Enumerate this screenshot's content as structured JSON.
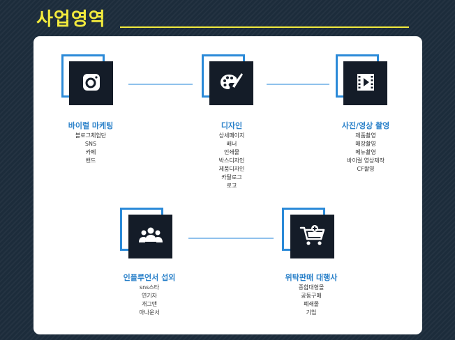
{
  "heading": "사업영역",
  "colors": {
    "accent": "#f2ea3d",
    "title_blue": "#2980c9",
    "frame_blue": "#2b8ad8",
    "tile_dark": "#141c28",
    "connector": "#8fc1ec"
  },
  "services": [
    {
      "title": "바이럴 마케팅",
      "icon": "camera-icon",
      "items": [
        "블로그체험단",
        "SNS",
        "카페",
        "밴드"
      ]
    },
    {
      "title": "디자인",
      "icon": "palette-icon",
      "items": [
        "상세페이지",
        "배너",
        "인쇄물",
        "박스디자인",
        "제품디자인",
        "카탈로그",
        "로고"
      ]
    },
    {
      "title": "사진/영상 촬영",
      "icon": "video-icon",
      "items": [
        "제품촬영",
        "매장촬영",
        "메뉴촬영",
        "바이럴 영상제작",
        "CF촬영"
      ]
    },
    {
      "title": "인플루언서 섭외",
      "icon": "people-icon",
      "items": [
        "sns스타",
        "연기자",
        "개그맨",
        "아나운서"
      ]
    },
    {
      "title": "위탁판매 대행사",
      "icon": "cart-icon",
      "items": [
        "종합대형몰",
        "공동구매",
        "폐쇄몰",
        "기업"
      ]
    }
  ]
}
